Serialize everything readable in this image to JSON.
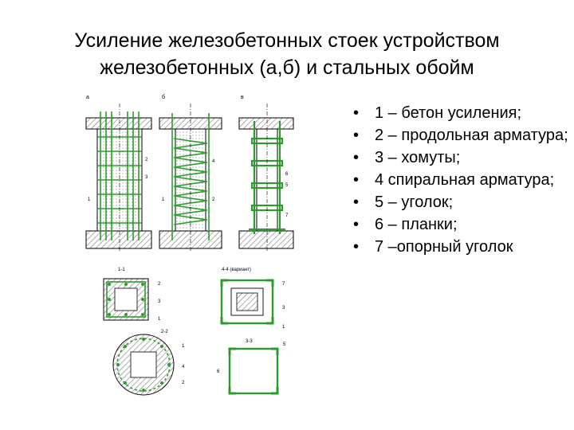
{
  "title": {
    "line1": "Усиление железобетонных стоек устройством",
    "line2": "железобетонных (а,б) и стальных обойм"
  },
  "legend": {
    "bullet": "•",
    "items": [
      "1 – бетон усиления;",
      "2 – продольная арматура;",
      "3 – хомуты;",
      "4 спиральная арматура;",
      "5 – уголок;",
      "6 – планки;",
      "7 –опорный уголок"
    ]
  },
  "figure": {
    "label_a": "а",
    "label_b": "б",
    "label_v": "в",
    "section_11": "1-1",
    "section_22": "2-2",
    "section_44": "4-4 (вариант)",
    "section_33": "3-3",
    "num_1": "1",
    "num_2": "2",
    "num_3": "3",
    "num_4": "4",
    "num_5": "5",
    "num_6": "6",
    "num_7": "7"
  },
  "colors": {
    "rebar": "#2d9b2d",
    "line": "#000000",
    "hatch": "#7a7a7a"
  }
}
